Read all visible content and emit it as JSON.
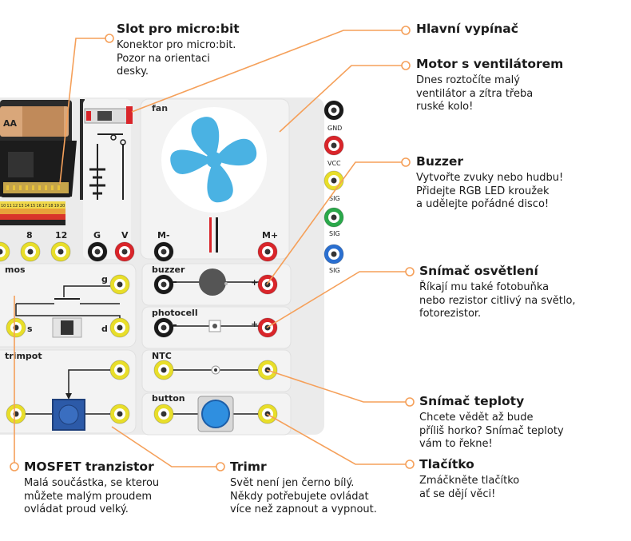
{
  "callouts": {
    "microbit_slot": {
      "title": "Slot pro micro:bit",
      "desc": "Konektor pro micro:bit.\nPozor na orientaci\ndesky."
    },
    "main_switch": {
      "title": "Hlavní vypínač",
      "desc": ""
    },
    "fan_motor": {
      "title": "Motor s ventilátorem",
      "desc": "Dnes roztočíte malý\nventilátor a zítra třeba\nruské kolo!"
    },
    "buzzer": {
      "title": "Buzzer",
      "desc": "Vytvořte zvuky nebo hudbu!\nPřidejte RGB LED kroužek\na udělejte pořádné disco!"
    },
    "light_sensor": {
      "title": "Snímač osvětlení",
      "desc": "Říkají mu také fotobuňka\nnebo rezistor citlivý na světlo,\nfotorezistor."
    },
    "temp_sensor": {
      "title": "Snímač teploty",
      "desc": "Chcete vědět až bude\npříliš horko? Snímač teploty\nvám to řekne!"
    },
    "button": {
      "title": "Tlačítko",
      "desc": "Zmáčkněte tlačítko\nať se dějí věci!"
    },
    "mosfet": {
      "title": "MOSFET tranzistor",
      "desc": "Malá součástka, se kterou\nmůžete malým proudem\novládat proud velký."
    },
    "trimmer": {
      "title": "Trimr",
      "desc": "Svět není jen černo bílý.\nNěkdy potřebujete ovládat\nvíce než zapnout a vypnout."
    }
  },
  "board": {
    "battery_label": "AA",
    "fan_label": "fan",
    "motor_minus": "M-",
    "motor_plus": "M+",
    "gnd_short": "G",
    "vcc_short": "V",
    "pin_8": "8",
    "pin_12": "12",
    "mos_label": "mos",
    "gate_label": "g",
    "source_label": "s",
    "drain_label": "d",
    "trimpot_label": "trimpot",
    "buzzer_label": "buzzer",
    "photocell_label": "photocell",
    "ntc_label": "NTC",
    "button_label": "button",
    "minus": "-",
    "plus": "+",
    "jack_gnd": "GND",
    "jack_vcc": "VCC",
    "jack_sig1": "SIG",
    "jack_sig2": "SIG",
    "jack_sig3": "SIG",
    "header_pins": [
      "10",
      "11",
      "12",
      "13",
      "14",
      "15",
      "16",
      "17",
      "18",
      "19",
      "20"
    ]
  },
  "colors": {
    "callout_line": "#f5a05a",
    "board_bg": "#ebebeb",
    "panel_bg": "#f3f3f3",
    "jack_black": "#1a1a1a",
    "jack_red": "#d9252a",
    "jack_yellow": "#e8de2a",
    "jack_green": "#2aa84a",
    "jack_blue": "#2a6fd0",
    "fan_blue": "#4ab2e3",
    "button_blue": "#2f8fe0"
  }
}
